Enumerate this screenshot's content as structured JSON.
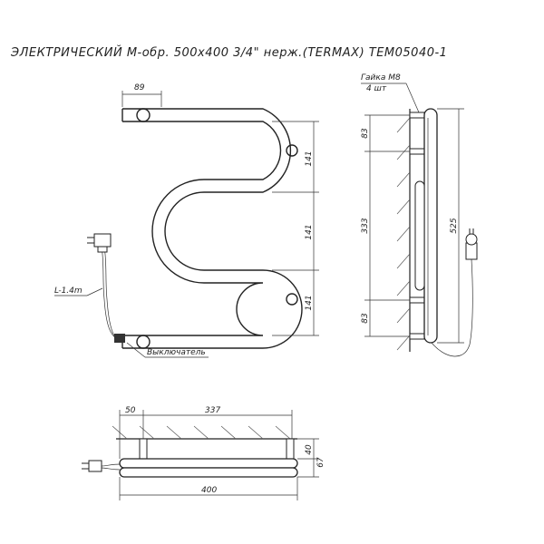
{
  "title": "ЭЛЕКТРИЧЕСКИЙ М-обр. 500х400 3/4\" нерж.(TERMAX) TEM05040-1",
  "front_view": {
    "dim_offset": "89",
    "dim_step_1": "141",
    "dim_step_2": "141",
    "dim_step_3": "141",
    "cable_label": "L-1.4m",
    "switch_label": "Выключатель"
  },
  "side_view": {
    "nut_label_line1": "Гайка М8",
    "nut_label_line2": "4 шт",
    "dim_top": "83",
    "dim_mid": "333",
    "dim_bottom": "83",
    "dim_total": "525"
  },
  "top_view": {
    "dim_left": "50",
    "dim_span": "337",
    "dim_width": "400",
    "dim_depth_1": "40",
    "dim_depth_2": "67"
  }
}
